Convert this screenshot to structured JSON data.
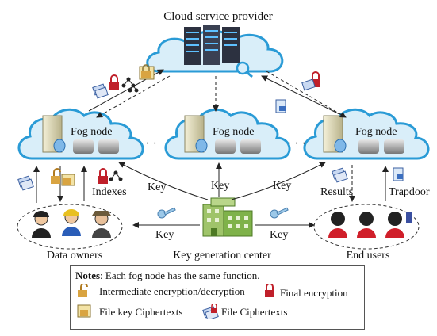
{
  "diagram": {
    "title": "Cloud service provider",
    "fog_node_label": "Fog node",
    "ellipsis": "· · ·",
    "edge_labels": {
      "indexes": "Indexes",
      "key": "Key",
      "results": "Results",
      "trapdoor": "Trapdoor"
    },
    "groups": {
      "data_owners": "Data owners",
      "key_generation_center": "Key generation center",
      "end_users": "End users"
    }
  },
  "notes": {
    "heading": "Notes",
    "text": ": Each fog node has the same function.",
    "legend": {
      "intermediate": "Intermediate encryption/decryption",
      "final": "Final encryption",
      "file_key": "File key Ciphertexts",
      "file": "File Ciphertexts"
    }
  },
  "colors": {
    "cloud_fill": "#d9eef9",
    "cloud_stroke": "#2a9bd6",
    "accent_red": "#c0202a",
    "lock_gold": "#d9a441",
    "building_green": "#7fb24a"
  }
}
